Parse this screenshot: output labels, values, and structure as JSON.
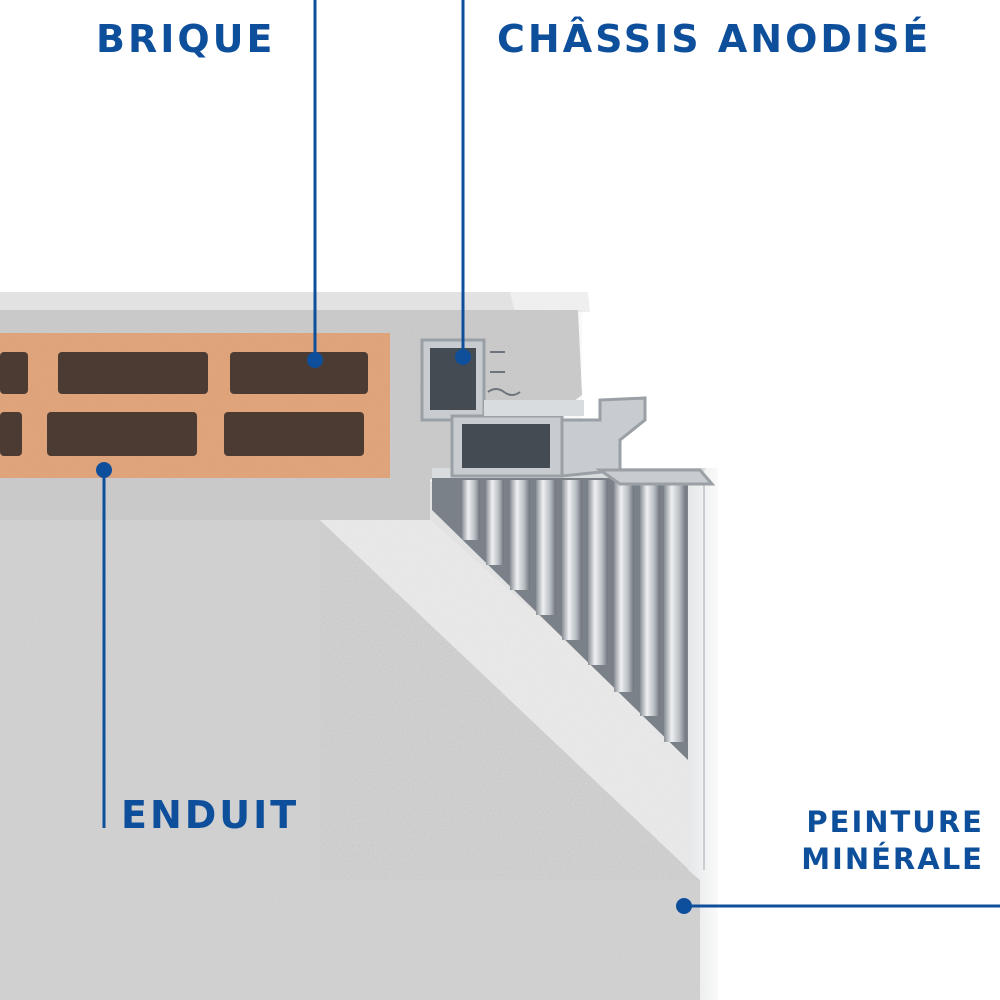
{
  "colors": {
    "label": "#0e4f9c",
    "leader": "#0e4f9c",
    "brick": "#e3a77d",
    "brick_hole": "#4b3b33",
    "plaster": "#d4d4d4",
    "plaster_top": "#cdcdcd",
    "paint_band": "#ececec",
    "frame_dark": "#444b53",
    "frame_light": "#c8ccd0"
  },
  "labels": {
    "brique": "BRIQUE",
    "chassis": "CHÂSSIS ANODISÉ",
    "enduit": "ENDUIT",
    "peinture_line1": "PEINTURE",
    "peinture_line2": "MINÉRALE"
  }
}
